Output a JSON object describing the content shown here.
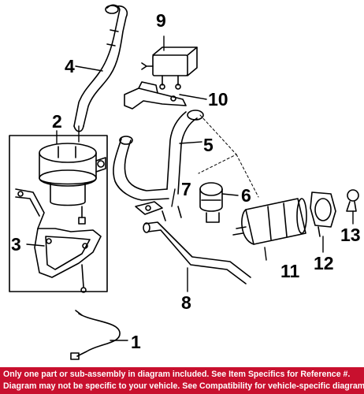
{
  "callouts": {
    "c1": "1",
    "c2": "2",
    "c3": "3",
    "c4": "4",
    "c5": "5",
    "c6": "6",
    "c7": "7",
    "c8": "8",
    "c9": "9",
    "c10": "10",
    "c11": "11",
    "c12": "12",
    "c13": "13"
  },
  "footer": {
    "line1": "Only one part or sub-assembly in diagram included. See Item Specifics for Reference #.",
    "line2": "Diagram may not be specific to your vehicle. See Compatibility for vehicle-specific diagrams."
  },
  "colors": {
    "footer_bg": "#c8102e",
    "footer_text": "#ffffff",
    "line_art": "#000000"
  }
}
